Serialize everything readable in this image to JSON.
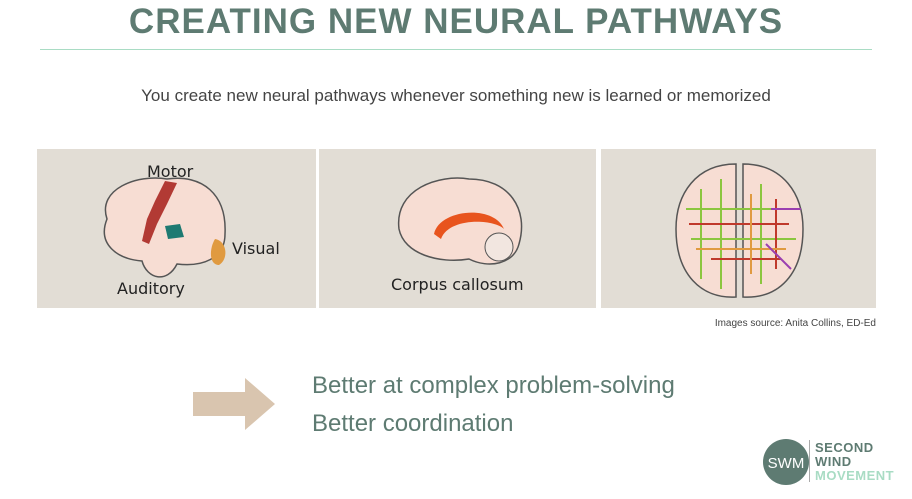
{
  "title": "CREATING NEW NEURAL PATHWAYS",
  "subtitle": "You create new neural pathways whenever something new is learned or memorized",
  "images": [
    {
      "labels": {
        "motor": "Motor",
        "visual": "Visual",
        "auditory": "Auditory"
      }
    },
    {
      "labels": {
        "corpus": "Corpus callosum"
      }
    },
    {
      "labels": {}
    }
  ],
  "caption": "Images source: Anita Collins, ED-Ed",
  "benefits": [
    "Better at complex problem-solving",
    "Better coordination"
  ],
  "logo": {
    "mark": "SWM",
    "line1": "SECOND",
    "line2": "WIND",
    "line3": "MOVEMENT"
  },
  "colors": {
    "title": "#5e7b72",
    "accent": "#a9dcc4",
    "arrow": "#d9c5af"
  }
}
